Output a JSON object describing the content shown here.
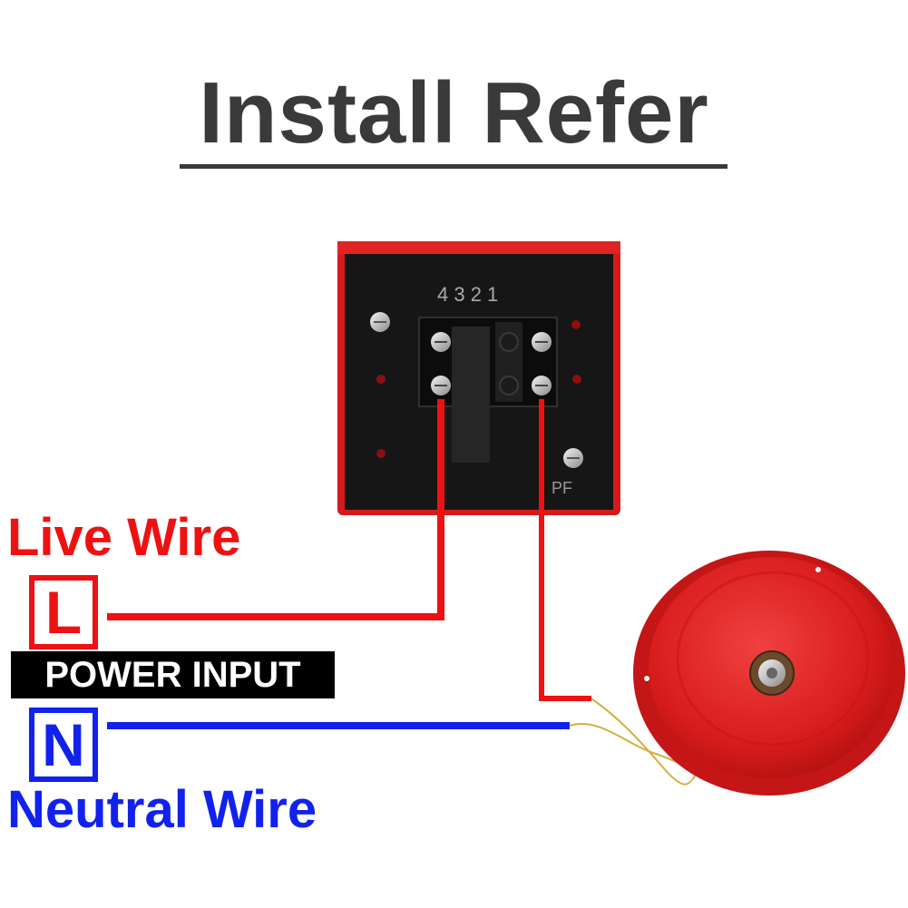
{
  "title": "Install Refer",
  "switch": {
    "terminal_numbers": "4 3 2 1",
    "marking": "PF"
  },
  "labels": {
    "live_wire": "Live Wire",
    "live_letter": "L",
    "power_input": "POWER INPUT",
    "neutral_letter": "N",
    "neutral_wire": "Neutral Wire"
  },
  "colors": {
    "live": "#ee1111",
    "neutral": "#1122ee",
    "title": "#3a3a3a",
    "bell": "#e02020"
  }
}
